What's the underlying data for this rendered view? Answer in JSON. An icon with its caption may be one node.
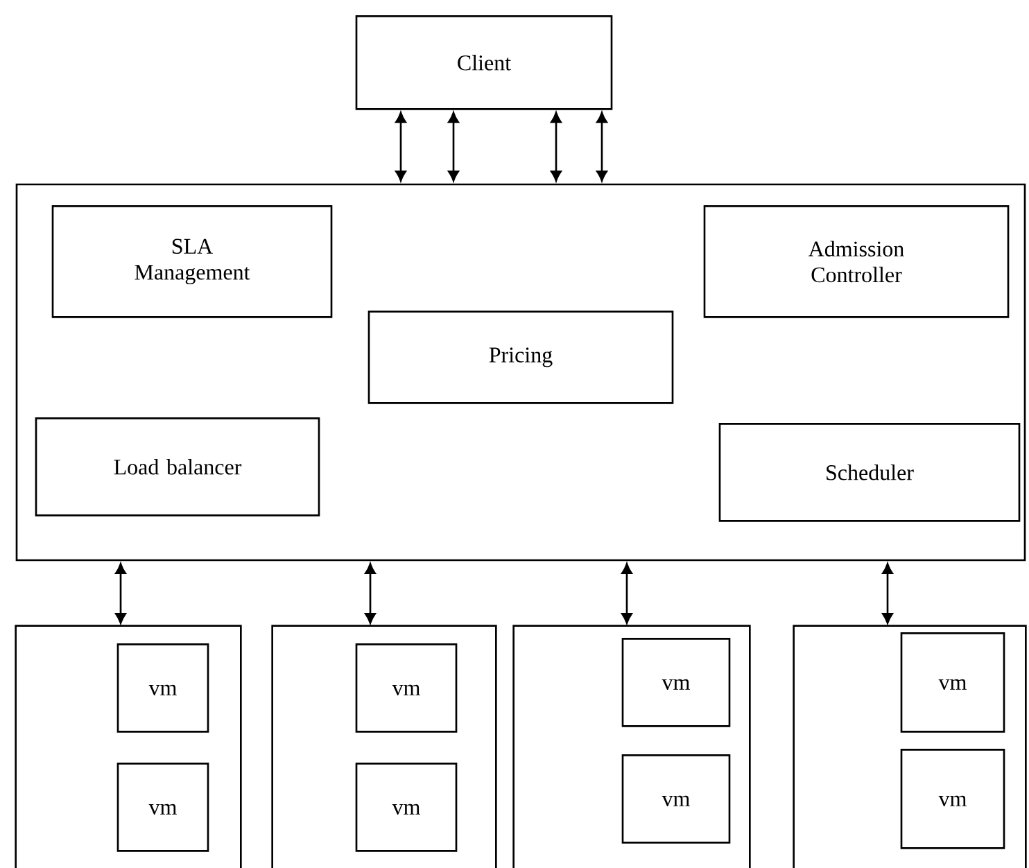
{
  "diagram": {
    "nodes": [
      {
        "text": [
          "Client"
        ]
      },
      {
        "text": [],
        "shape": "box"
      },
      {
        "text": [
          "SLA Management"
        ],
        "in": 1
      },
      {
        "text": [
          "Admission Controller"
        ],
        "in": 1
      },
      {
        "text": [
          "Pricing"
        ],
        "in": 1
      },
      {
        "text": [
          "Load balancer"
        ],
        "in": 1
      },
      {
        "text": [
          "Scheduler"
        ],
        "in": 1
      },
      {
        "text": [],
        "shape": "box"
      },
      {
        "text": [
          "vm"
        ],
        "in": 7
      },
      {
        "text": [
          "vm"
        ],
        "in": 7
      },
      {
        "text": [],
        "shape": "box"
      },
      {
        "text": [
          "vm"
        ],
        "in": 10
      },
      {
        "text": [
          "vm"
        ],
        "in": 10
      },
      {
        "text": [],
        "shape": "box"
      },
      {
        "text": [
          "vm"
        ],
        "in": 13
      },
      {
        "text": [
          "vm"
        ],
        "in": 13
      },
      {
        "text": [],
        "shape": "box"
      },
      {
        "text": [
          "vm"
        ],
        "in": 16
      },
      {
        "text": [
          "vm"
        ],
        "in": 16
      }
    ],
    "edges": [
      {
        "from": 0,
        "to": 1,
        "arrow": "both"
      },
      {
        "from": 0,
        "to": 1,
        "arrow": "both"
      },
      {
        "from": 0,
        "to": 1,
        "arrow": "both"
      },
      {
        "from": 0,
        "to": 1,
        "arrow": "both"
      },
      {
        "from": 1,
        "to": 7,
        "arrow": "both"
      },
      {
        "from": 1,
        "to": 10,
        "arrow": "both"
      },
      {
        "from": 1,
        "to": 13,
        "arrow": "both"
      },
      {
        "from": 1,
        "to": 16,
        "arrow": "both"
      }
    ]
  }
}
